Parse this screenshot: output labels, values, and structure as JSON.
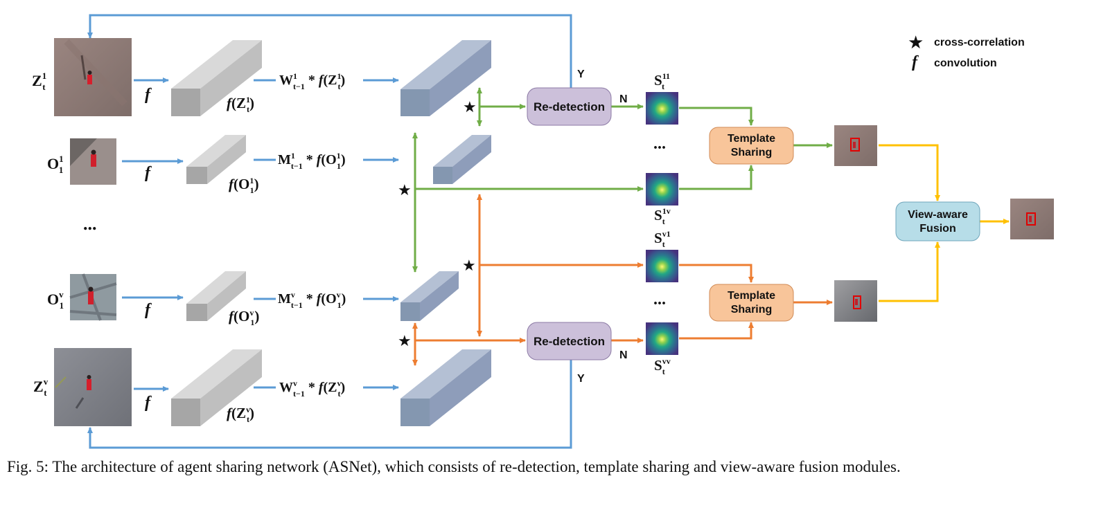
{
  "legend": {
    "cross_correlation_label": "cross-correlation",
    "convolution_symbol": "f",
    "convolution_label": "convolution",
    "star_symbol": "★"
  },
  "modules": {
    "redetection": "Re-detection",
    "template_sharing": "Template\nSharing",
    "view_aware_fusion": "View-aware\nFusion"
  },
  "decisions": {
    "yes": "Y",
    "no": "N"
  },
  "function_symbol": "f",
  "ellipsis": "...",
  "inputs": {
    "z1": {
      "label": "Z",
      "sup": "1",
      "sub": "t"
    },
    "o1": {
      "label": "O",
      "sup": "1",
      "sub": "1"
    },
    "ov": {
      "label": "O",
      "sup": "v",
      "sub": "1"
    },
    "zv": {
      "label": "Z",
      "sup": "v",
      "sub": "t"
    }
  },
  "features": {
    "z1": "f(Z_t^1)",
    "o1": "f(O_1^1)",
    "ov": "f(O_1^v)",
    "zv": "f(Z_t^v)"
  },
  "weighted_features": {
    "z1": "W_{t-1}^1 * f(Z_t^1)",
    "o1": "M_{t-1}^1 * f(O_1^1)",
    "ov": "M_{t-1}^v * f(O_1^v)",
    "zv": "W_{t-1}^v * f(Z_t^v)"
  },
  "score_maps": {
    "s11": {
      "label": "S",
      "sup": "11",
      "sub": "t"
    },
    "s1v": {
      "label": "S",
      "sup": "1v",
      "sub": "t"
    },
    "sv1": {
      "label": "S",
      "sup": "v1",
      "sub": "t"
    },
    "svv": {
      "label": "S",
      "sup": "vv",
      "sub": "t"
    }
  },
  "colors": {
    "blue_arrow": "#5b9bd5",
    "green_arrow": "#70ad47",
    "orange_arrow": "#ed7d31",
    "yellow_arrow": "#ffc000",
    "redetection_fill": "#ccc0da",
    "template_fill": "#f8c59a",
    "fusion_fill": "#b7dde8",
    "gray_block": "#bfbfbf",
    "blue_block": "#8497b0"
  },
  "caption": "Fig. 5: The architecture of agent sharing network (ASNet), which consists of re-detection, template sharing and view-aware fusion modules."
}
